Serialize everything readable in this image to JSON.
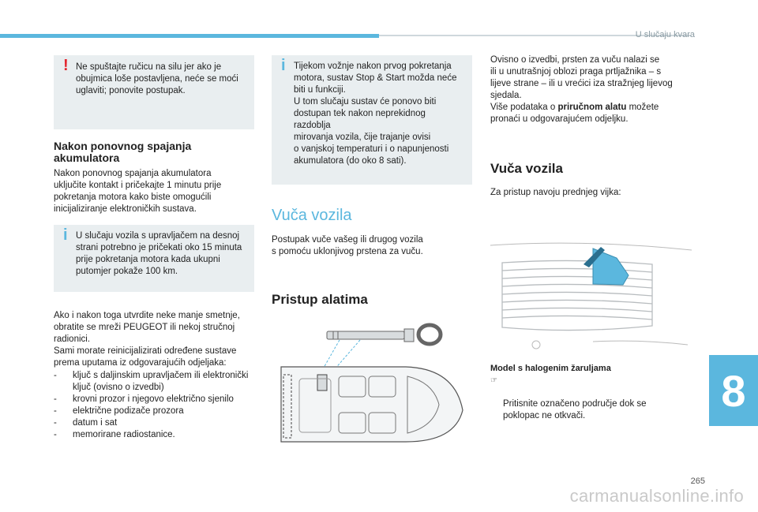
{
  "header": {
    "section": "U slučaju kvara"
  },
  "footer": {
    "page_number": "265",
    "watermark": "carmanualsonline.info",
    "chapter": "8"
  },
  "col1": {
    "warning": "Ne spuštajte ručicu na silu jer ako je\nobujmica loše postavljena, neće se moći\nuglaviti; ponovite postupak.",
    "heading_line1": "Nakon ponovnog spajanja",
    "heading_line2": "akumulatora",
    "para1": "Nakon ponovnog spajanja akumulatora\nuključite kontakt i pričekajte 1 minutu prije\npokretanja motora kako biste omogućili\ninicijaliziranje elektroničkih sustava.",
    "info": "U slučaju vozila s upravljačem na desnoj\nstrani potrebno je pričekati oko 15 minuta\nprije pokretanja motora kada ukupni\nputomjer pokaže 100 km.",
    "para2": "Ako i nakon toga utvrdite neke manje smetnje,\nobratite se mreži PEUGEOT ili nekoj stručnoj\nradionici.\nSami morate reinicijalizirati određene sustave\nprema uputama iz odgovarajućih odjeljaka:",
    "list": [
      "ključ s daljinskim upravljačem ili elektronički ključ (ovisno o izvedbi)",
      "krovni prozor i njegovo električno sjenilo",
      "električne podizače prozora",
      "datum i sat",
      "memorirane radiostanice."
    ]
  },
  "col2": {
    "info": "Tijekom vožnje nakon prvog pokretanja\nmotora, sustav Stop & Start možda neće\nbiti u funkciji.\nU tom slučaju sustav će ponovo biti\ndostupan tek nakon neprekidnog razdoblja\nmirovanja vozila, čije trajanje ovisi\no vanjskoj temperaturi i o napunjenosti\nakumulatora (do oko 8 sati).",
    "heading_light": "Vuča vozila",
    "para": "Postupak vuče vašeg ili drugog vozila\ns pomoću uklonjivog prstena za vuču.",
    "heading": "Pristup alatima"
  },
  "col3": {
    "para1_a": "Ovisno o izvedbi, prsten za vuču nalazi se\nili u unutrašnjoj oblozi praga prtljažnika – s\nlijeve strane – ili u vrećici iza stražnjeg lijevog\nsjedala.\nViše podataka o ",
    "para1_bold": "priručnom alatu",
    "para1_b": " možete\npronaći u odgovarajućem odjeljku.",
    "heading": "Vuča vozila",
    "para2": "Za pristup navoju prednjeg vijka:",
    "caption": "Model s halogenim žaruljama",
    "bullet_icon": "pointer-icon",
    "bullet_text": "Pritisnite označeno područje dok se\npoklopac ne otkvači."
  },
  "colors": {
    "accent": "#5bb7de",
    "warning": "#e3262f",
    "box_bg": "#e9eef0"
  }
}
